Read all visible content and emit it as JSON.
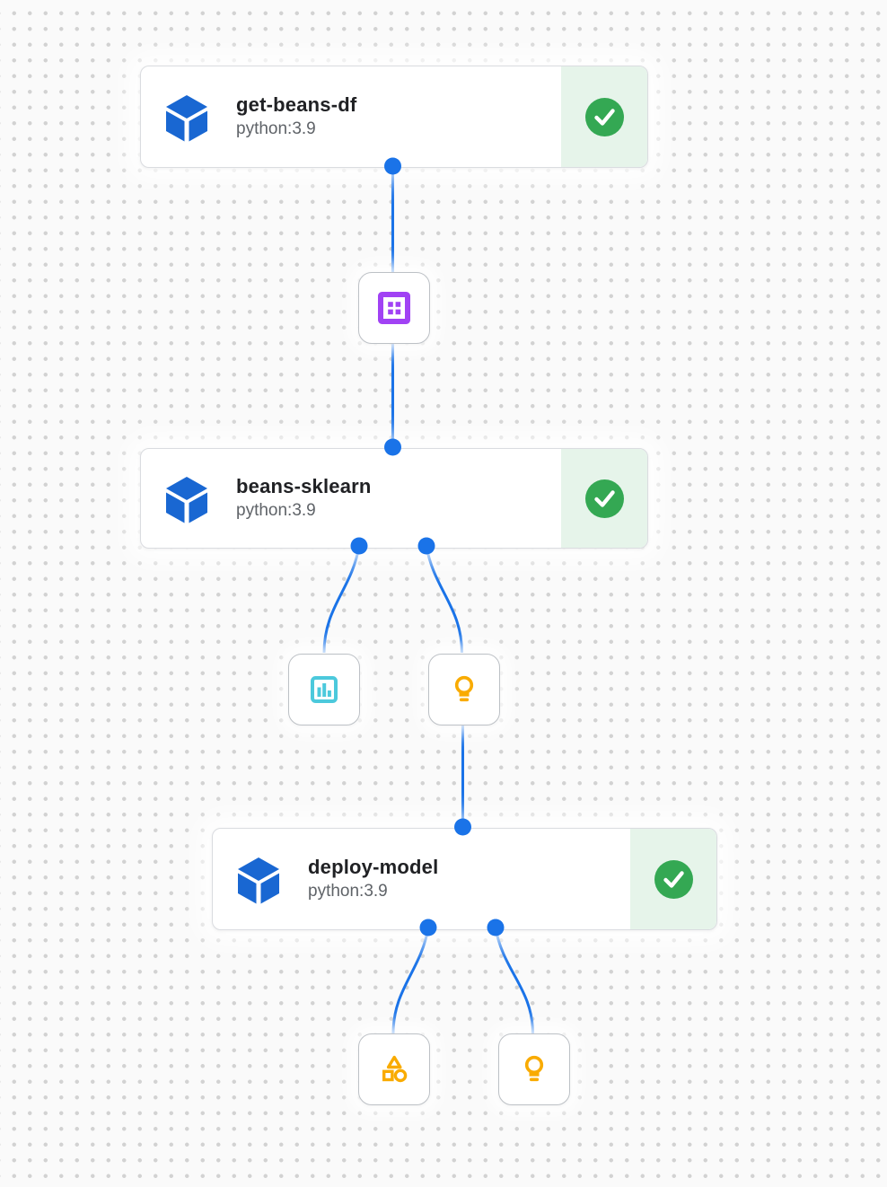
{
  "diagram": {
    "kind": "pipeline-dag",
    "tasks": [
      {
        "title": "get-beans-df",
        "subtitle": "python:3.9",
        "status": "succeeded",
        "task_icon": "pipeline-cube-icon",
        "status_icon": "check-circle-icon"
      },
      {
        "title": "beans-sklearn",
        "subtitle": "python:3.9",
        "status": "succeeded",
        "task_icon": "pipeline-cube-icon",
        "status_icon": "check-circle-icon"
      },
      {
        "title": "deploy-model",
        "subtitle": "python:3.9",
        "status": "succeeded",
        "task_icon": "pipeline-cube-icon",
        "status_icon": "check-circle-icon"
      }
    ],
    "artifacts": [
      {
        "kind": "dataset",
        "icon": "dataset-icon",
        "color": "#a142f4"
      },
      {
        "kind": "metrics",
        "icon": "metrics-icon",
        "color": "#4cc9dc"
      },
      {
        "kind": "model",
        "icon": "lightbulb-icon",
        "color": "#f9ab00"
      },
      {
        "kind": "artifact",
        "icon": "shapes-icon",
        "color": "#f9ab00"
      },
      {
        "kind": "model",
        "icon": "lightbulb-icon",
        "color": "#f9ab00"
      }
    ],
    "edges": [
      {
        "from": "get-beans-df",
        "to": "dataset"
      },
      {
        "from": "dataset",
        "to": "beans-sklearn"
      },
      {
        "from": "beans-sklearn",
        "to": "metrics"
      },
      {
        "from": "beans-sklearn",
        "to": "model"
      },
      {
        "from": "model",
        "to": "deploy-model"
      },
      {
        "from": "deploy-model",
        "to": "artifact"
      },
      {
        "from": "deploy-model",
        "to": "model"
      }
    ],
    "colors": {
      "edge_blue": "#1a73e8",
      "task_cube_blue": "#1967d2",
      "success_green": "#34a853",
      "success_panel_bg": "#e6f4ea",
      "title_text": "#202124",
      "subtitle_text": "#5f6368",
      "card_border": "#dadce0",
      "artifact_border": "#bdc1c6"
    }
  }
}
